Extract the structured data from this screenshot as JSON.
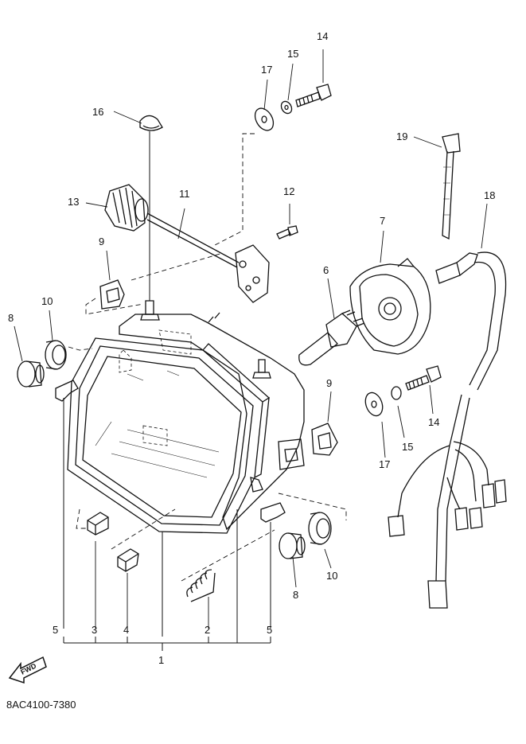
{
  "diagram": {
    "part_code": "8AC4100-7380",
    "fwd_label": "FWD",
    "callouts": [
      {
        "id": "c14a",
        "text": "14"
      },
      {
        "id": "c15a",
        "text": "15"
      },
      {
        "id": "c17a",
        "text": "17"
      },
      {
        "id": "c16",
        "text": "16"
      },
      {
        "id": "c19",
        "text": "19"
      },
      {
        "id": "c12",
        "text": "12"
      },
      {
        "id": "c11",
        "text": "11"
      },
      {
        "id": "c13",
        "text": "13"
      },
      {
        "id": "c18",
        "text": "18"
      },
      {
        "id": "c9a",
        "text": "9"
      },
      {
        "id": "c7",
        "text": "7"
      },
      {
        "id": "c6",
        "text": "6"
      },
      {
        "id": "c10a",
        "text": "10"
      },
      {
        "id": "c8a",
        "text": "8"
      },
      {
        "id": "c9b",
        "text": "9"
      },
      {
        "id": "c14b",
        "text": "14"
      },
      {
        "id": "c15b",
        "text": "15"
      },
      {
        "id": "c17b",
        "text": "17"
      },
      {
        "id": "c10b",
        "text": "10"
      },
      {
        "id": "c8b",
        "text": "8"
      },
      {
        "id": "c5a",
        "text": "5"
      },
      {
        "id": "c3",
        "text": "3"
      },
      {
        "id": "c4",
        "text": "4"
      },
      {
        "id": "c2",
        "text": "2"
      },
      {
        "id": "c5b",
        "text": "5"
      },
      {
        "id": "c1",
        "text": "1"
      }
    ]
  }
}
